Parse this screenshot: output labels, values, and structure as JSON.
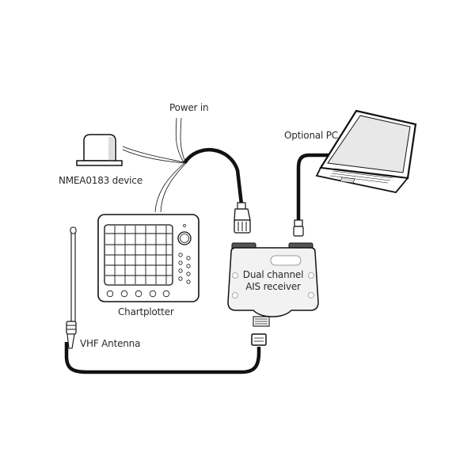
{
  "diagram": {
    "type": "connection-diagram",
    "components": {
      "power": {
        "label": "Power in"
      },
      "nmea": {
        "label": "NMEA0183 device"
      },
      "pc": {
        "label": "Optional PC"
      },
      "chartplotter": {
        "label": "Chartplotter"
      },
      "receiver": {
        "line1": "Dual channel",
        "line2": "AIS receiver"
      },
      "antenna": {
        "label": "VHF Antenna"
      }
    },
    "connections": [
      {
        "from": "Power in",
        "to": "Dual channel AIS receiver"
      },
      {
        "from": "NMEA0183 device",
        "to": "Dual channel AIS receiver"
      },
      {
        "from": "Chartplotter",
        "to": "Dual channel AIS receiver"
      },
      {
        "from": "Optional PC",
        "to": "Dual channel AIS receiver"
      },
      {
        "from": "VHF Antenna",
        "to": "Dual channel AIS receiver"
      }
    ],
    "colors": {
      "line": "#111111",
      "fill_light": "#f2f2f2",
      "screen": "#e8e8e8",
      "text": "#2b2b2b"
    }
  }
}
